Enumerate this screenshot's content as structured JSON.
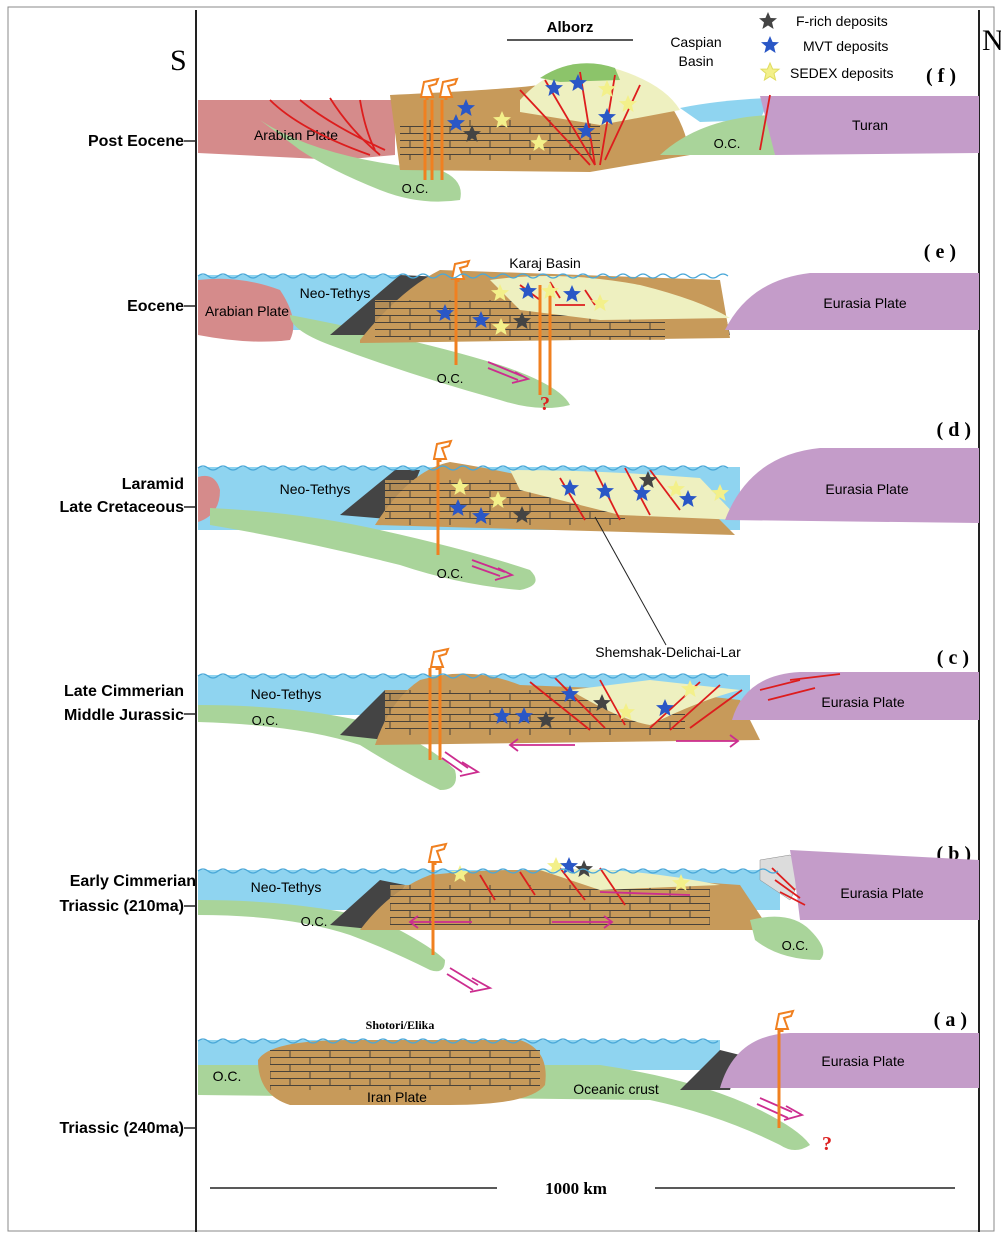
{
  "header": {
    "south": "S",
    "north": "N",
    "mountain": "Alborz",
    "caspian_line1": "Caspian",
    "caspian_line2": "Basin"
  },
  "legend": [
    {
      "label": "F-rich deposits",
      "color": "#444444"
    },
    {
      "label": "MVT deposits",
      "color": "#2a57c6"
    },
    {
      "label": "SEDEX deposits",
      "color": "#f3f08a"
    }
  ],
  "stages": [
    {
      "id": "f",
      "tag": "( f )",
      "era1": "Post Eocene",
      "era2": ""
    },
    {
      "id": "e",
      "tag": "( e )",
      "era1": "Eocene",
      "era2": ""
    },
    {
      "id": "d",
      "tag": "( d )",
      "era1": "Laramid",
      "era2": "Late Cretaceous"
    },
    {
      "id": "c",
      "tag": "( c )",
      "era1": "Late Cimmerian",
      "era2": "Middle Jurassic"
    },
    {
      "id": "b",
      "tag": "( b )",
      "era1": "Early Cimmerian",
      "era2": "Triassic (210ma)"
    },
    {
      "id": "a",
      "tag": "( a )",
      "era1": "Triassic (240ma)",
      "era2": ""
    }
  ],
  "labels": {
    "arabian_plate": "Arabian Plate",
    "oc": "O.C.",
    "turan": "Turan",
    "neo_tethys": "Neo-Tethys",
    "karaj_basin": "Karaj Basin",
    "eurasia_plate": "Eurasia Plate",
    "shemshak": "Shemshak-Delichai-Lar",
    "shotori": "Shotori/Elika",
    "iran_plate": "Iran Plate",
    "oceanic_crust": "Oceanic crust",
    "question": "?"
  },
  "scale": {
    "label": "1000  km"
  },
  "colors": {
    "sea": "#8fd4f0",
    "oceanic_crust": "#a9d49a",
    "iran": "#c79a5a",
    "eurasia": "#c49cc9",
    "arabian": "#d58b8b",
    "sediment": "#eef0c0",
    "fault": "#dd1d1d",
    "volcano": "#f08020",
    "arrow": "#cc2d8f"
  }
}
